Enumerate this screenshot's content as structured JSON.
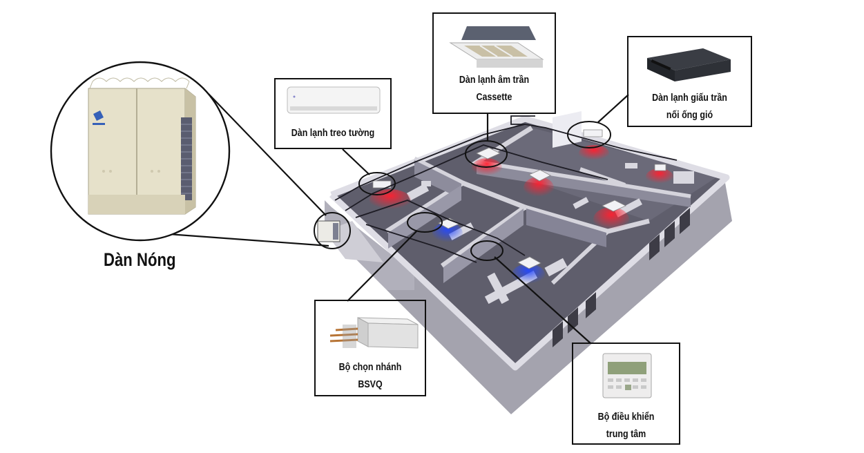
{
  "labels": {
    "outdoor_unit": "Dàn Nóng",
    "wall_mounted": "Dàn lạnh treo tường",
    "cassette": "Dàn lạnh âm trần\nCassette",
    "ducted": "Dàn lạnh giấu trần\nnối ống gió",
    "bs_unit": "Bộ chọn nhánh\nBSVQ",
    "central_controller": "Bộ điều khiển\ntrung tâm"
  },
  "colors": {
    "floor": "#5f5e6c",
    "wall_top": "#d5d4dc",
    "wall_side": "#b9b8c2",
    "outer_wall": "#a3a2ad",
    "cool_air": "#2a4ee0",
    "heat_air": "#e8121b",
    "line": "#111111"
  }
}
